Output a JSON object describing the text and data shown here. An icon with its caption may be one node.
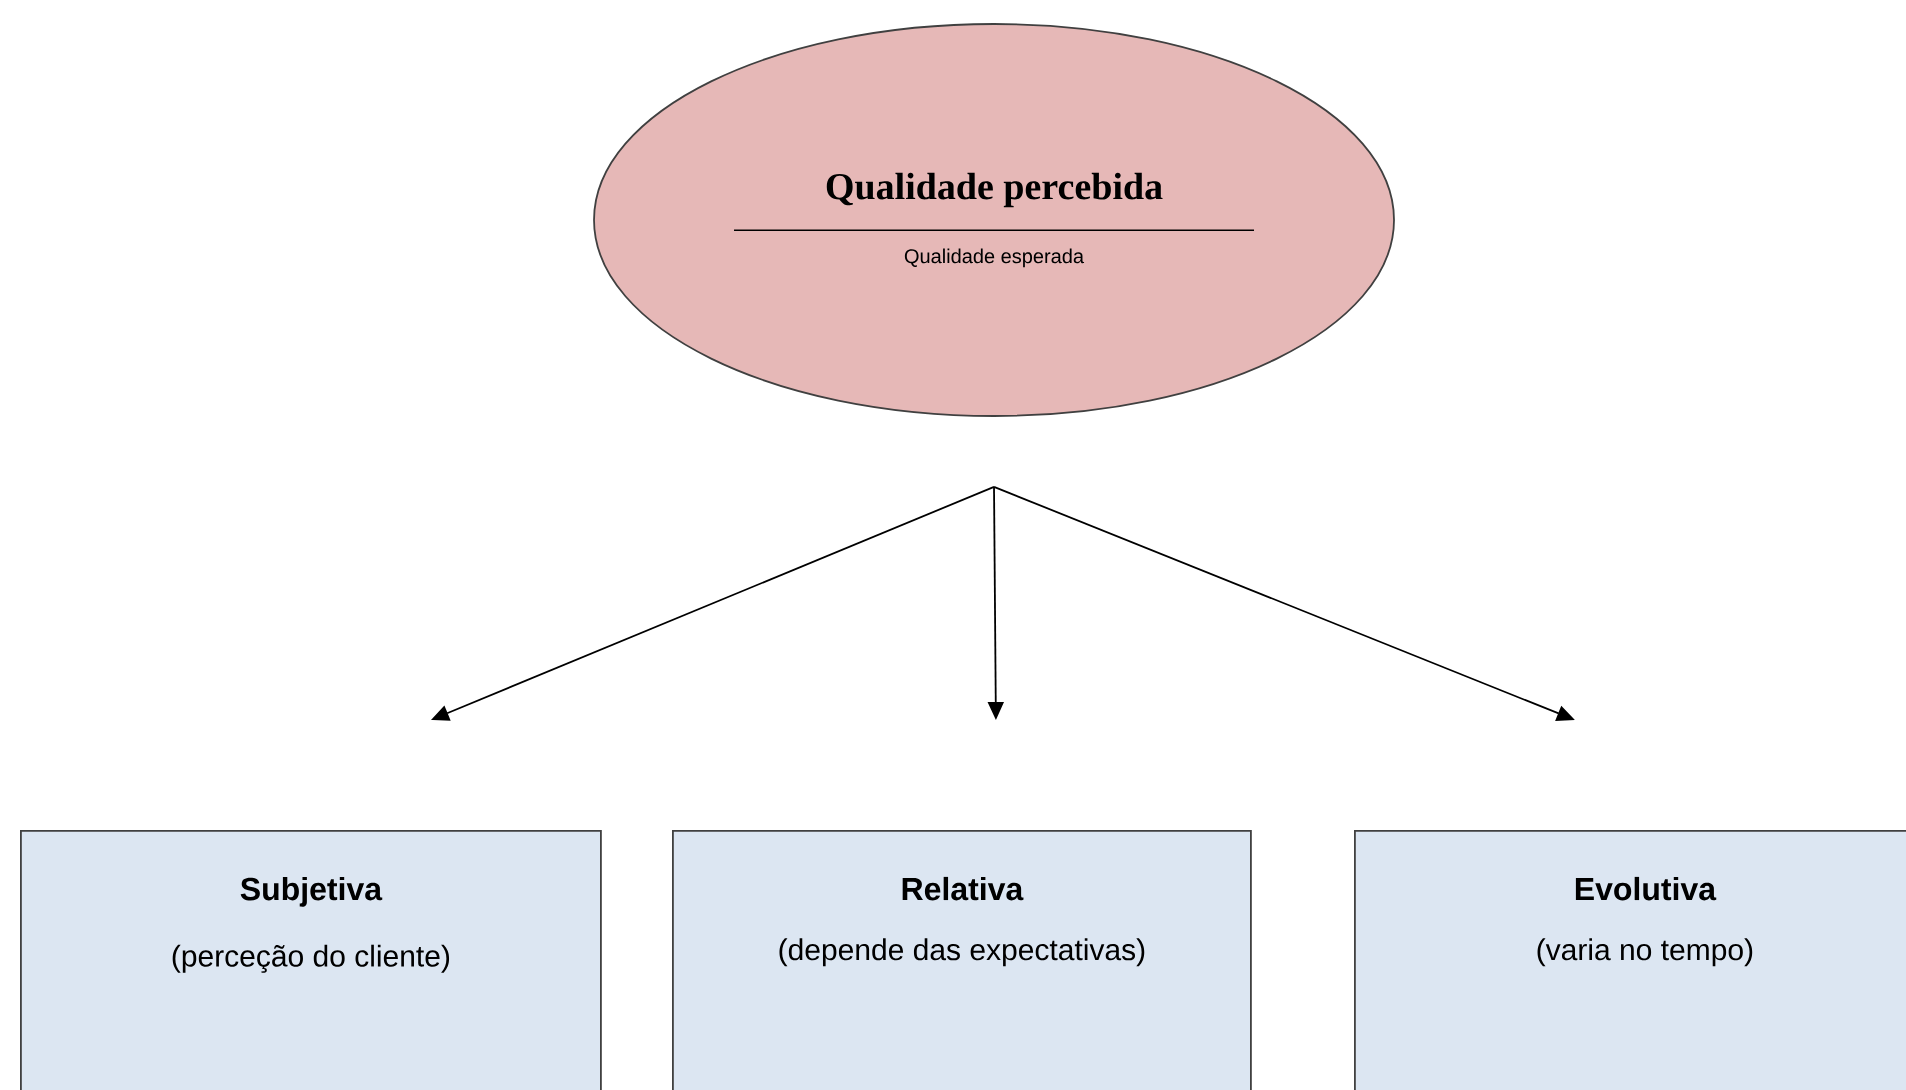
{
  "diagram": {
    "nodes": [
      {
        "text": [
          "Qualidade percebida",
          "Qualidade esperada"
        ]
      },
      {
        "text": [
          "Subjetiva",
          "(perceção do cliente)"
        ]
      },
      {
        "text": [
          "Relativa",
          "(depende das expectativas)"
        ]
      },
      {
        "text": [
          "Evolutiva",
          "(varia no tempo)"
        ]
      }
    ],
    "edges": [
      {
        "from": 0,
        "to": 1,
        "arrow": "to"
      },
      {
        "from": 0,
        "to": 2,
        "arrow": "to"
      },
      {
        "from": 0,
        "to": 3,
        "arrow": "to"
      }
    ]
  }
}
